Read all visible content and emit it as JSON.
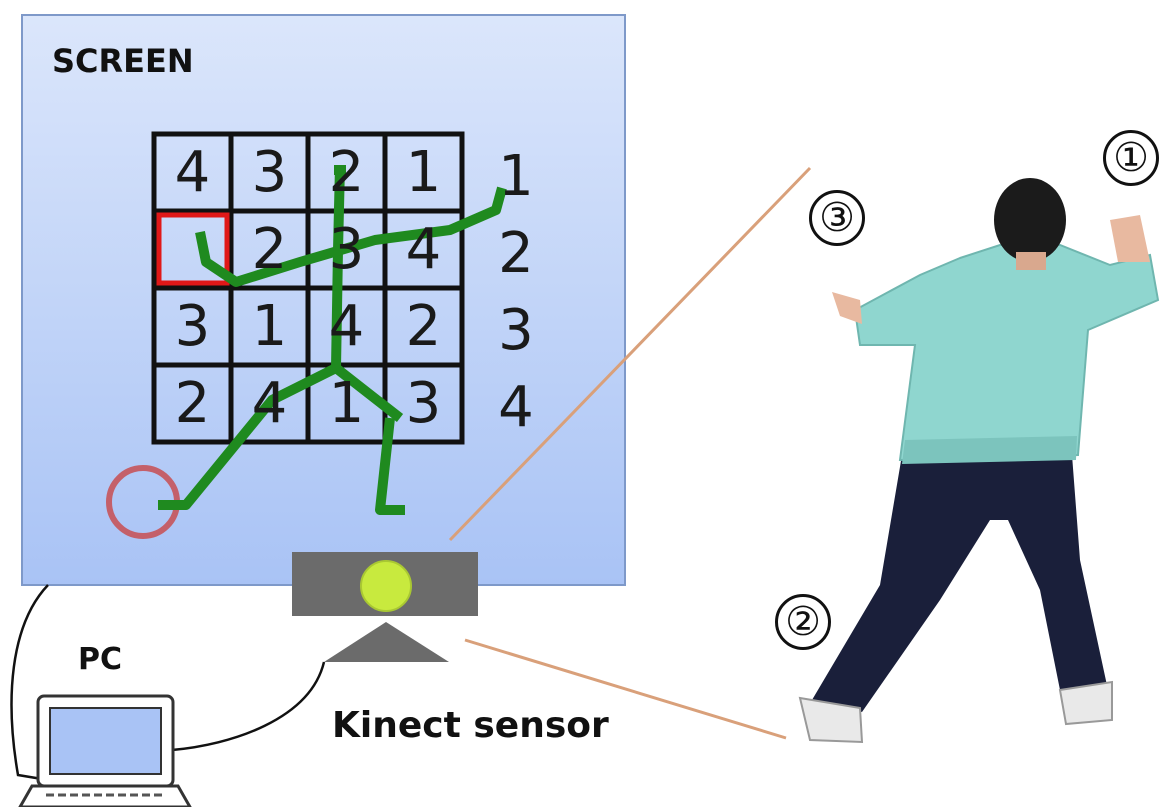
{
  "screen": {
    "title": "SCREEN"
  },
  "grid": {
    "rows": [
      [
        "4",
        "3",
        "2",
        "1"
      ],
      [
        "",
        "2",
        "3",
        "4"
      ],
      [
        "3",
        "1",
        "4",
        "2"
      ],
      [
        "2",
        "4",
        "1",
        "3"
      ]
    ],
    "row_numbers": [
      "1",
      "2",
      "3",
      "4"
    ]
  },
  "labels": {
    "pc": "PC",
    "kinect": "Kinect sensor"
  },
  "markers": [
    "①",
    "②",
    "③"
  ],
  "colors": {
    "screen_fill_top": "#dbe6fb",
    "screen_fill_bottom": "#a9c3f5",
    "skeleton": "#1f8a1f",
    "highlight": "#e01818",
    "target_circle": "#c4606a",
    "sensor_body": "#6b6b6b",
    "sensor_lens": "#c8ea3e",
    "sight_line": "#d9a07a",
    "hoodie": "#8fd6cf",
    "pants": "#1a1f3a"
  }
}
